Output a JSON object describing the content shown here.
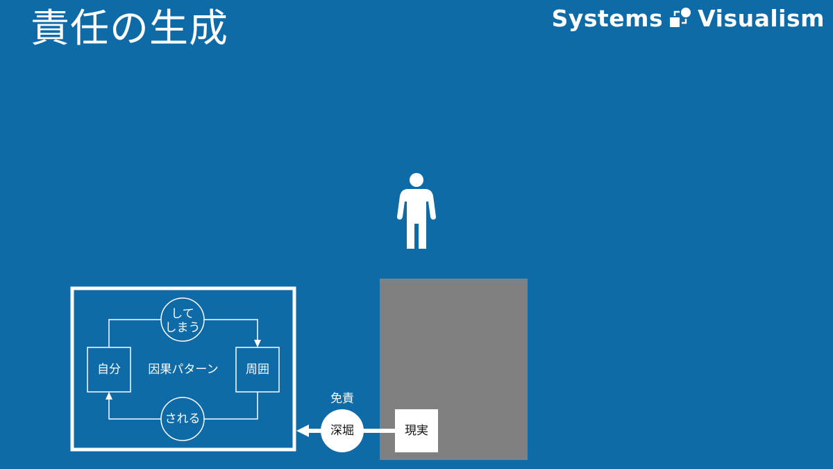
{
  "title": "責任の生成",
  "brand": {
    "word1": "Systems",
    "word2": "Visualism"
  },
  "loop": {
    "left_node": "自分",
    "right_node": "周囲",
    "center_label": "因果パターン",
    "top_link_line1": "して",
    "top_link_line2": "しまう",
    "bottom_link": "される"
  },
  "dig_node": "深堀",
  "dig_label": "免責",
  "reality_box": "現実",
  "colors": {
    "background": "#0E6BA8",
    "foreground": "#FFFFFF",
    "block": "#808080"
  }
}
